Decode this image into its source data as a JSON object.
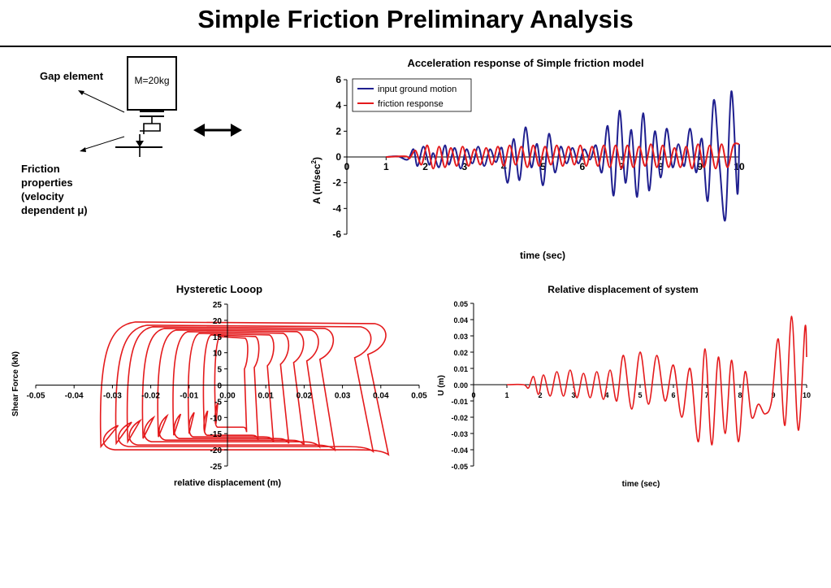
{
  "page": {
    "title": "Simple Friction Preliminary Analysis"
  },
  "diagram": {
    "mass_label": "M=20kg",
    "gap_label": "Gap element",
    "friction_lines": [
      "Friction",
      "properties",
      "(velocity",
      "dependent μ)"
    ]
  },
  "colors": {
    "ground_motion": "#1f1f8f",
    "friction": "#e41a1c",
    "axis": "#000000"
  },
  "chart_data": [
    {
      "id": "acceleration",
      "type": "line",
      "title": "Acceleration response of Simple friction model",
      "xlabel": "time (sec)",
      "ylabel_main": "A (m/sec",
      "ylabel_sup": "2",
      "ylabel_close": ")",
      "xlim": [
        0,
        10
      ],
      "ylim": [
        -6,
        6
      ],
      "xticks": [
        "0",
        "1",
        "2",
        "3",
        "4",
        "5",
        "6",
        "7",
        "8",
        "9",
        "10"
      ],
      "yticks": [
        "6",
        "4",
        "2",
        "0",
        "-2",
        "-4",
        "-6"
      ],
      "legend": {
        "position": "top-left",
        "entries": [
          "input ground motion",
          "friction response"
        ]
      },
      "series": [
        {
          "name": "input ground motion",
          "color": "#1f1f8f",
          "x": [
            1.0,
            1.3,
            1.55,
            1.7,
            1.8,
            1.95,
            2.1,
            2.2,
            2.35,
            2.5,
            2.6,
            2.75,
            2.9,
            3.05,
            3.2,
            3.35,
            3.5,
            3.65,
            3.8,
            3.95,
            4.1,
            4.25,
            4.4,
            4.55,
            4.7,
            4.85,
            5.0,
            5.15,
            5.3,
            5.45,
            5.6,
            5.75,
            5.9,
            6.05,
            6.2,
            6.35,
            6.5,
            6.65,
            6.8,
            6.95,
            7.1,
            7.25,
            7.4,
            7.55,
            7.7,
            7.85,
            8.0,
            8.15,
            8.3,
            8.45,
            8.6,
            8.75,
            8.9,
            9.05,
            9.2,
            9.35,
            9.5,
            9.65,
            9.8,
            9.95,
            10.0
          ],
          "y": [
            0,
            0.05,
            -0.2,
            0.6,
            -0.7,
            0.8,
            -0.6,
            0.3,
            -0.8,
            0.9,
            -0.6,
            0.7,
            -0.9,
            0.6,
            -0.5,
            0.8,
            -0.7,
            0.6,
            -0.4,
            0.7,
            -2.0,
            1.4,
            -1.8,
            2.3,
            -0.8,
            1.0,
            -2.2,
            1.8,
            -1.2,
            0.8,
            -0.5,
            0.7,
            -0.5,
            0.6,
            -0.2,
            0.9,
            -1.2,
            2.4,
            -3.0,
            3.6,
            -2.0,
            2.1,
            -3.1,
            3.4,
            -2.6,
            2.0,
            -1.6,
            2.2,
            -0.8,
            1.0,
            -0.7,
            2.2,
            -1.2,
            1.4,
            -3.4,
            4.4,
            -0.6,
            -4.8,
            5.1,
            -2.8,
            1.0
          ]
        },
        {
          "name": "friction response",
          "color": "#e41a1c",
          "x": [
            1.0,
            1.5,
            1.6,
            1.75,
            1.9,
            2.05,
            2.2,
            2.35,
            2.5,
            2.65,
            2.8,
            2.95,
            3.1,
            3.25,
            3.4,
            3.55,
            3.7,
            3.85,
            4.0,
            4.15,
            4.3,
            4.45,
            4.6,
            4.75,
            4.9,
            5.05,
            5.2,
            5.35,
            5.5,
            5.65,
            5.8,
            5.95,
            6.1,
            6.25,
            6.4,
            6.55,
            6.7,
            6.85,
            7.0,
            7.15,
            7.3,
            7.45,
            7.6,
            7.75,
            7.9,
            8.05,
            8.2,
            8.35,
            8.5,
            8.65,
            8.8,
            8.95,
            9.1,
            9.25,
            9.4,
            9.55,
            9.7,
            9.85,
            10.0
          ],
          "y": [
            0,
            0.05,
            -0.1,
            0.5,
            -0.6,
            0.9,
            -0.9,
            0.8,
            -0.8,
            0.7,
            -0.7,
            0.8,
            -0.7,
            0.6,
            -0.6,
            0.7,
            -0.6,
            0.8,
            -0.7,
            0.9,
            -0.6,
            0.8,
            -0.8,
            0.9,
            -0.7,
            0.8,
            -0.6,
            0.9,
            -0.7,
            0.8,
            -0.6,
            0.9,
            -0.7,
            0.8,
            -0.7,
            0.9,
            -0.8,
            0.9,
            -0.9,
            0.9,
            -0.8,
            0.8,
            -0.7,
            1.0,
            -0.8,
            0.9,
            -0.8,
            0.7,
            -0.8,
            0.8,
            -0.9,
            1.0,
            -0.8,
            0.9,
            -0.9,
            1.0,
            -0.8,
            0.9,
            1.0
          ]
        }
      ]
    },
    {
      "id": "hysteresis",
      "type": "line",
      "title": "Hysteretic Looop",
      "xlabel": "relative displacement (m)",
      "ylabel": "Shear Force (kN)",
      "xlim": [
        -0.05,
        0.05
      ],
      "ylim": [
        -25,
        25
      ],
      "xticks": [
        "-0.05",
        "-0.04",
        "-0.03",
        "-0.02",
        "-0.01",
        "0.00",
        "0.01",
        "0.02",
        "0.03",
        "0.04",
        "0.05"
      ],
      "yticks": [
        "25",
        "20",
        "15",
        "10",
        "5",
        "0",
        "-5",
        "-10",
        "-15",
        "-20",
        "-25"
      ],
      "series": [
        {
          "name": "",
          "color": "#e41a1c",
          "loops": [
            {
              "xmin": -0.033,
              "xmax": 0.042,
              "ytop": 19.5,
              "ybot": -20.0
            },
            {
              "xmin": -0.029,
              "xmax": 0.038,
              "ytop": 18.5,
              "ybot": -19.0
            },
            {
              "xmin": -0.026,
              "xmax": 0.028,
              "ytop": 18.0,
              "ybot": -18.5
            },
            {
              "xmin": -0.022,
              "xmax": 0.024,
              "ytop": 17.5,
              "ybot": -17.5
            },
            {
              "xmin": -0.018,
              "xmax": 0.02,
              "ytop": 17.0,
              "ybot": -17.0
            },
            {
              "xmin": -0.014,
              "xmax": 0.016,
              "ytop": 16.5,
              "ybot": -16.5
            },
            {
              "xmin": -0.01,
              "xmax": 0.012,
              "ytop": 16.0,
              "ybot": -16.0
            },
            {
              "xmin": -0.006,
              "xmax": 0.008,
              "ytop": 15.5,
              "ybot": -15.5
            },
            {
              "xmin": -0.003,
              "xmax": 0.005,
              "ytop": 15.0,
              "ybot": -13.0
            }
          ]
        }
      ]
    },
    {
      "id": "displacement",
      "type": "line",
      "title": "Relative displacement of system",
      "xlabel": "time (sec)",
      "ylabel": "U (m)",
      "xlim": [
        0,
        10
      ],
      "ylim": [
        -0.05,
        0.05
      ],
      "xticks": [
        "0",
        "1",
        "2",
        "3",
        "4",
        "5",
        "6",
        "7",
        "8",
        "9",
        "10"
      ],
      "yticks": [
        "0.05",
        "0.04",
        "0.03",
        "0.02",
        "0.01",
        "0.00",
        "-0.01",
        "-0.02",
        "-0.03",
        "-0.04",
        "-0.05"
      ],
      "series": [
        {
          "name": "",
          "color": "#e41a1c",
          "x": [
            1.0,
            1.5,
            1.65,
            1.8,
            1.95,
            2.1,
            2.3,
            2.5,
            2.7,
            2.9,
            3.1,
            3.3,
            3.5,
            3.7,
            3.9,
            4.1,
            4.3,
            4.5,
            4.75,
            5.0,
            5.25,
            5.5,
            5.75,
            6.0,
            6.25,
            6.5,
            6.75,
            6.95,
            7.15,
            7.35,
            7.55,
            7.75,
            7.95,
            8.15,
            8.35,
            8.55,
            8.75,
            8.95,
            9.15,
            9.35,
            9.55,
            9.75,
            9.95,
            10.0
          ],
          "y": [
            0,
            0.0,
            -0.002,
            0.005,
            -0.006,
            0.006,
            -0.007,
            0.008,
            -0.007,
            0.009,
            -0.008,
            0.007,
            -0.008,
            0.008,
            -0.009,
            0.009,
            -0.01,
            0.018,
            -0.015,
            0.02,
            -0.012,
            0.018,
            -0.01,
            0.012,
            -0.02,
            0.01,
            -0.035,
            0.022,
            -0.037,
            0.017,
            -0.03,
            0.015,
            -0.035,
            0.008,
            -0.02,
            -0.012,
            -0.018,
            -0.01,
            0.028,
            -0.025,
            0.042,
            -0.028,
            0.035,
            0.017
          ]
        }
      ]
    }
  ]
}
